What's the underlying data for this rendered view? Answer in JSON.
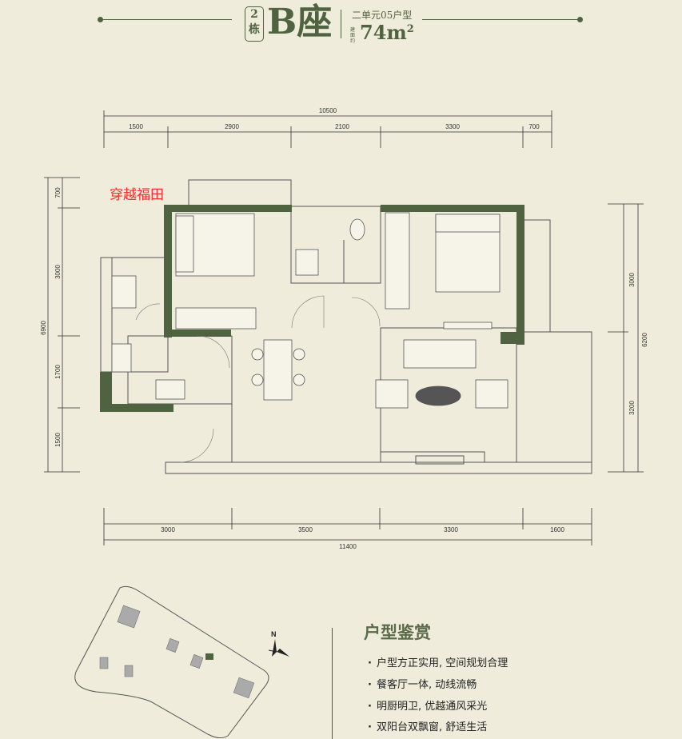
{
  "header": {
    "building_badge": [
      "2",
      "栋"
    ],
    "seat": "B座",
    "unit_type": "二单元05户型",
    "area_label": "建面约",
    "area_value": "74m",
    "area_unit_sup": "2"
  },
  "watermark": "穿越福田",
  "dimensions": {
    "top_total": "10500",
    "top_segments": [
      "1500",
      "2900",
      "2100",
      "3300",
      "700"
    ],
    "bottom_segments": [
      "3000",
      "3500",
      "3300",
      "1600"
    ],
    "bottom_total": "11400",
    "left_segments": [
      "700",
      "3000",
      "1700",
      "1500"
    ],
    "left_total": "6900",
    "right_segments": [
      "3000",
      "3200"
    ],
    "right_total": "6200"
  },
  "compass": {
    "label": "N"
  },
  "features": {
    "title": "户型鉴赏",
    "items": [
      "户型方正实用, 空间规划合理",
      "餐客厅一体, 动线流畅",
      "明厨明卫, 优越通风采光",
      "双阳台双飘窗, 舒适生活"
    ]
  },
  "colors": {
    "wall": "#4f6340",
    "background": "#efecdb",
    "accent": "#4f6340"
  }
}
